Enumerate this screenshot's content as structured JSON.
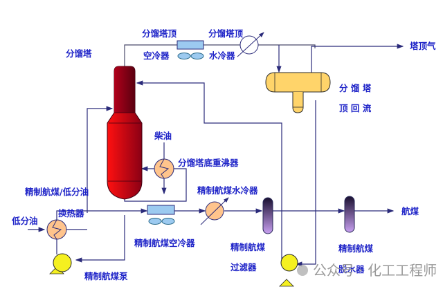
{
  "diagram": {
    "title": "航煤精制分馏流程",
    "labels": {
      "fractionator": "分馏塔",
      "overhead_air_cooler_l1": "分馏塔顶",
      "overhead_air_cooler_l2": "空冷器",
      "overhead_water_cooler_l1": "分馏塔顶",
      "overhead_water_cooler_l2": "水冷器",
      "overhead_gas": "塔顶气",
      "reflux_drum_l1": "分 馏 塔",
      "reflux_drum_l2": "顶 回 流",
      "diesel": "柴油",
      "reboiler": "分馏塔底重沸器",
      "exchanger_l1": "精制航煤/低分油",
      "exchanger_l2": "换热器",
      "low_sep_oil": "低分油",
      "jet_air_cooler": "精制航煤空冷器",
      "jet_water_cooler": "精制航煤水冷器",
      "filter_l1": "精制航煤",
      "filter_l2": "过滤器",
      "dehydrator_l1": "精制航煤",
      "dehydrator_l2": "脱水器",
      "jet_fuel": "航煤",
      "jet_pump": "精制航煤泵"
    },
    "watermark": "公众号 · 化工工程师",
    "colors": {
      "label": "#1f24c8",
      "line": "#2a2a7a",
      "column_light": "#ee1111",
      "column_dark": "#6a0010",
      "drum": "#ffd46a",
      "exchanger": "#ffc48c",
      "air_cooler": "#9ccaf0",
      "pump": "#f5f020",
      "filter_light": "#c8a0f0",
      "filter_dark": "#1a1030"
    }
  }
}
